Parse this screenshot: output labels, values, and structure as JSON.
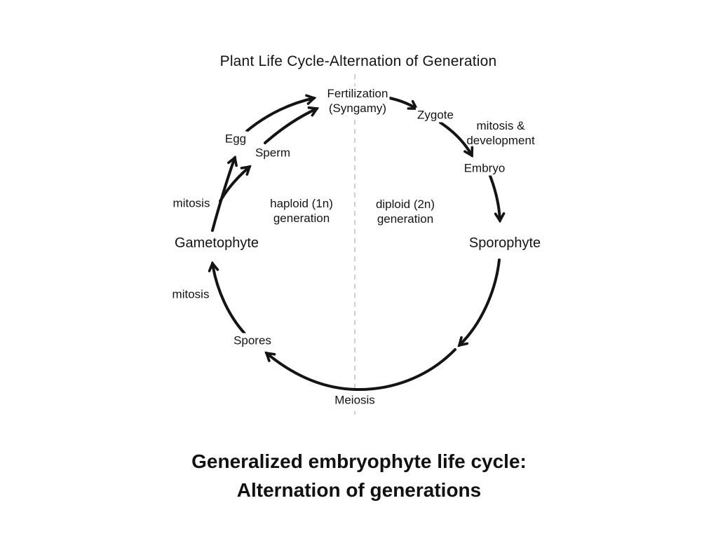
{
  "slide": {
    "title": "Plant Life Cycle-Alternation of Generation",
    "caption_line1": "Generalized embryophyte life cycle:",
    "caption_line2": "Alternation of generations"
  },
  "cycle": {
    "nodes": {
      "fertilization": {
        "line1": "Fertilization",
        "line2": "(Syngamy)"
      },
      "zygote": "Zygote",
      "embryo": "Embryo",
      "sporophyte": "Sporophyte",
      "meiosis": "Meiosis",
      "spores": "Spores",
      "gametophyte": "Gametophyte",
      "egg": "Egg",
      "sperm": "Sperm"
    },
    "process_labels": {
      "mitosis_development": {
        "line1": "mitosis &",
        "line2": "development"
      },
      "mitosis_gametes": "mitosis",
      "mitosis_gametophyte": "mitosis"
    },
    "phases": {
      "haploid": {
        "line1": "haploid (1n)",
        "line2": "generation"
      },
      "diploid": {
        "line1": "diploid (2n)",
        "line2": "generation"
      }
    },
    "colors": {
      "ink": "#141414",
      "divider": "#bdbdbd",
      "background": "#ffffff"
    }
  }
}
